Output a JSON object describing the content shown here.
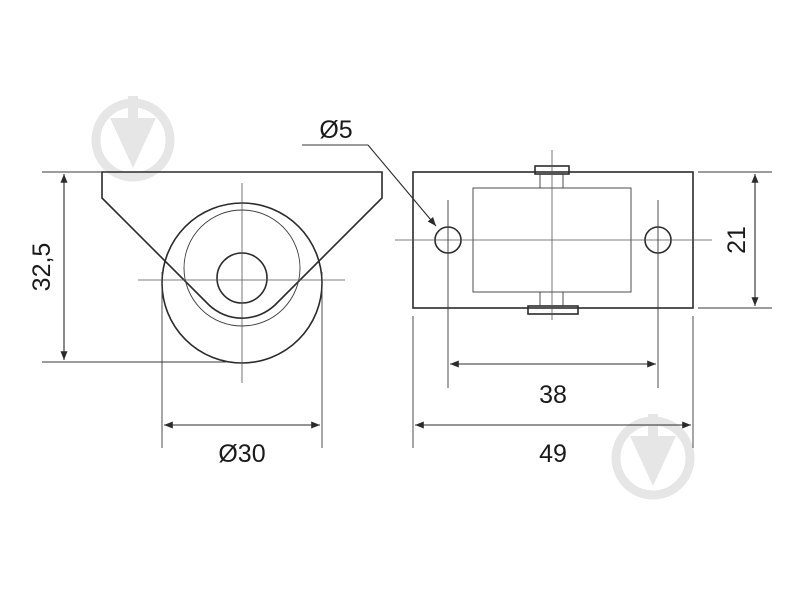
{
  "dimensions": {
    "height": "32,5",
    "wheel_diameter": "Ø30",
    "hole_diameter": "Ø5",
    "hole_spacing": "38",
    "total_length": "49",
    "width": "21"
  },
  "colors": {
    "line": "#2b2b2b",
    "watermark": "#e6e6e6",
    "background": "#ffffff"
  },
  "watermark": {
    "icon": "droplet-logo-icon",
    "count": 2
  }
}
